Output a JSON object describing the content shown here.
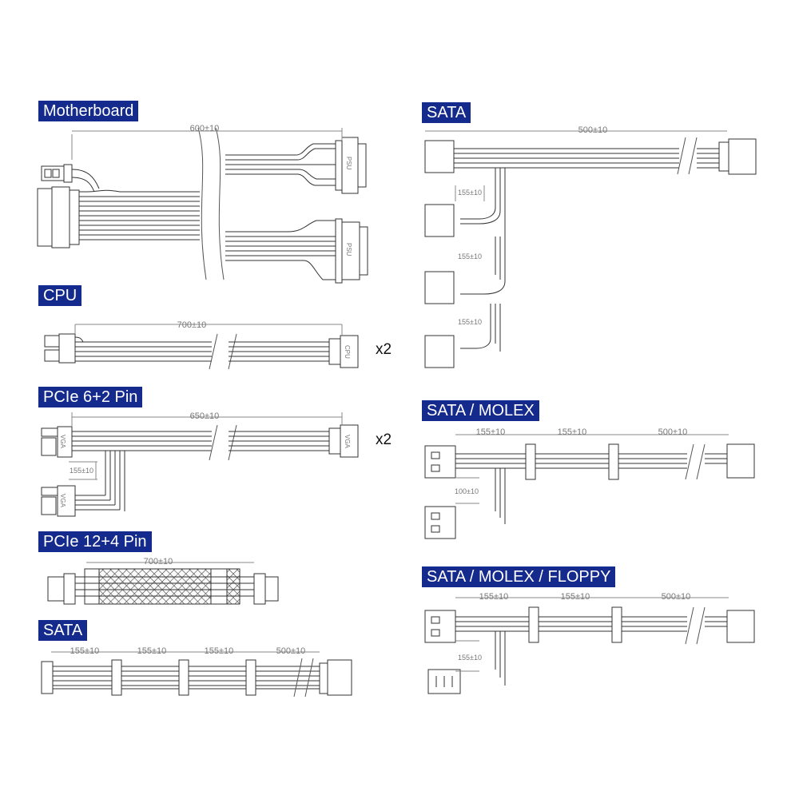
{
  "colors": {
    "header_bg": "#142a8c",
    "header_text": "#ffffff",
    "line": "#333333",
    "dim_line": "#888888"
  },
  "sections": {
    "motherboard": {
      "title": "Motherboard",
      "dims": [
        "600±10"
      ],
      "connectors": [
        "PSU",
        "PSU"
      ]
    },
    "cpu": {
      "title": "CPU",
      "dims": [
        "700±10"
      ],
      "connectors": [
        "CPU"
      ],
      "multiplier": "x2"
    },
    "pcie62": {
      "title": "PCIe 6+2 Pin",
      "dims": [
        "650±10",
        "155±10"
      ],
      "connectors": [
        "VGA",
        "VGA",
        "VGA"
      ],
      "multiplier": "x2"
    },
    "pcie124": {
      "title": "PCIe 12+4 Pin",
      "dims": [
        "700±10"
      ]
    },
    "sata_left": {
      "title": "SATA",
      "dims": [
        "155±10",
        "155±10",
        "155±10",
        "500±10"
      ]
    },
    "sata_right": {
      "title": "SATA",
      "dims": [
        "500±10",
        "155±10",
        "155±10",
        "155±10"
      ]
    },
    "sata_molex": {
      "title": "SATA / MOLEX",
      "dims": [
        "155±10",
        "155±10",
        "500±10",
        "100±10"
      ]
    },
    "sata_molex_floppy": {
      "title": "SATA / MOLEX / FLOPPY",
      "dims": [
        "155±10",
        "155±10",
        "500±10",
        "155±10"
      ]
    }
  }
}
